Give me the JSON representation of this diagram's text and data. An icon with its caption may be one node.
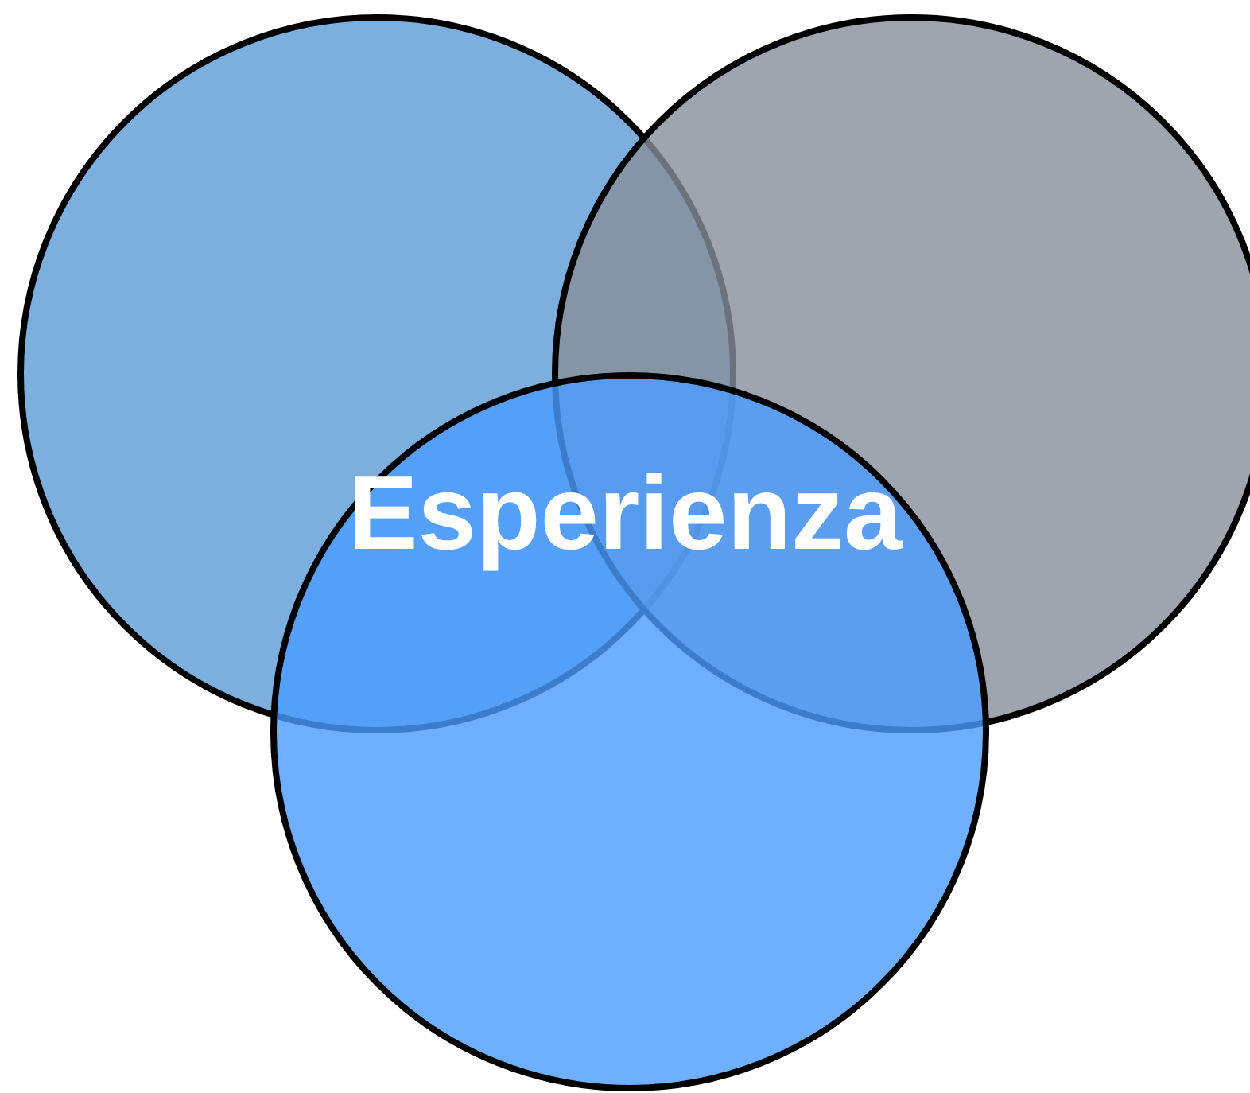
{
  "diagram": {
    "nodes": [
      {
        "text": [],
        "shape": "circle"
      },
      {
        "text": [],
        "shape": "circle"
      },
      {
        "text": [],
        "shape": "circle"
      }
    ],
    "labels": [
      "Esperienza"
    ]
  }
}
